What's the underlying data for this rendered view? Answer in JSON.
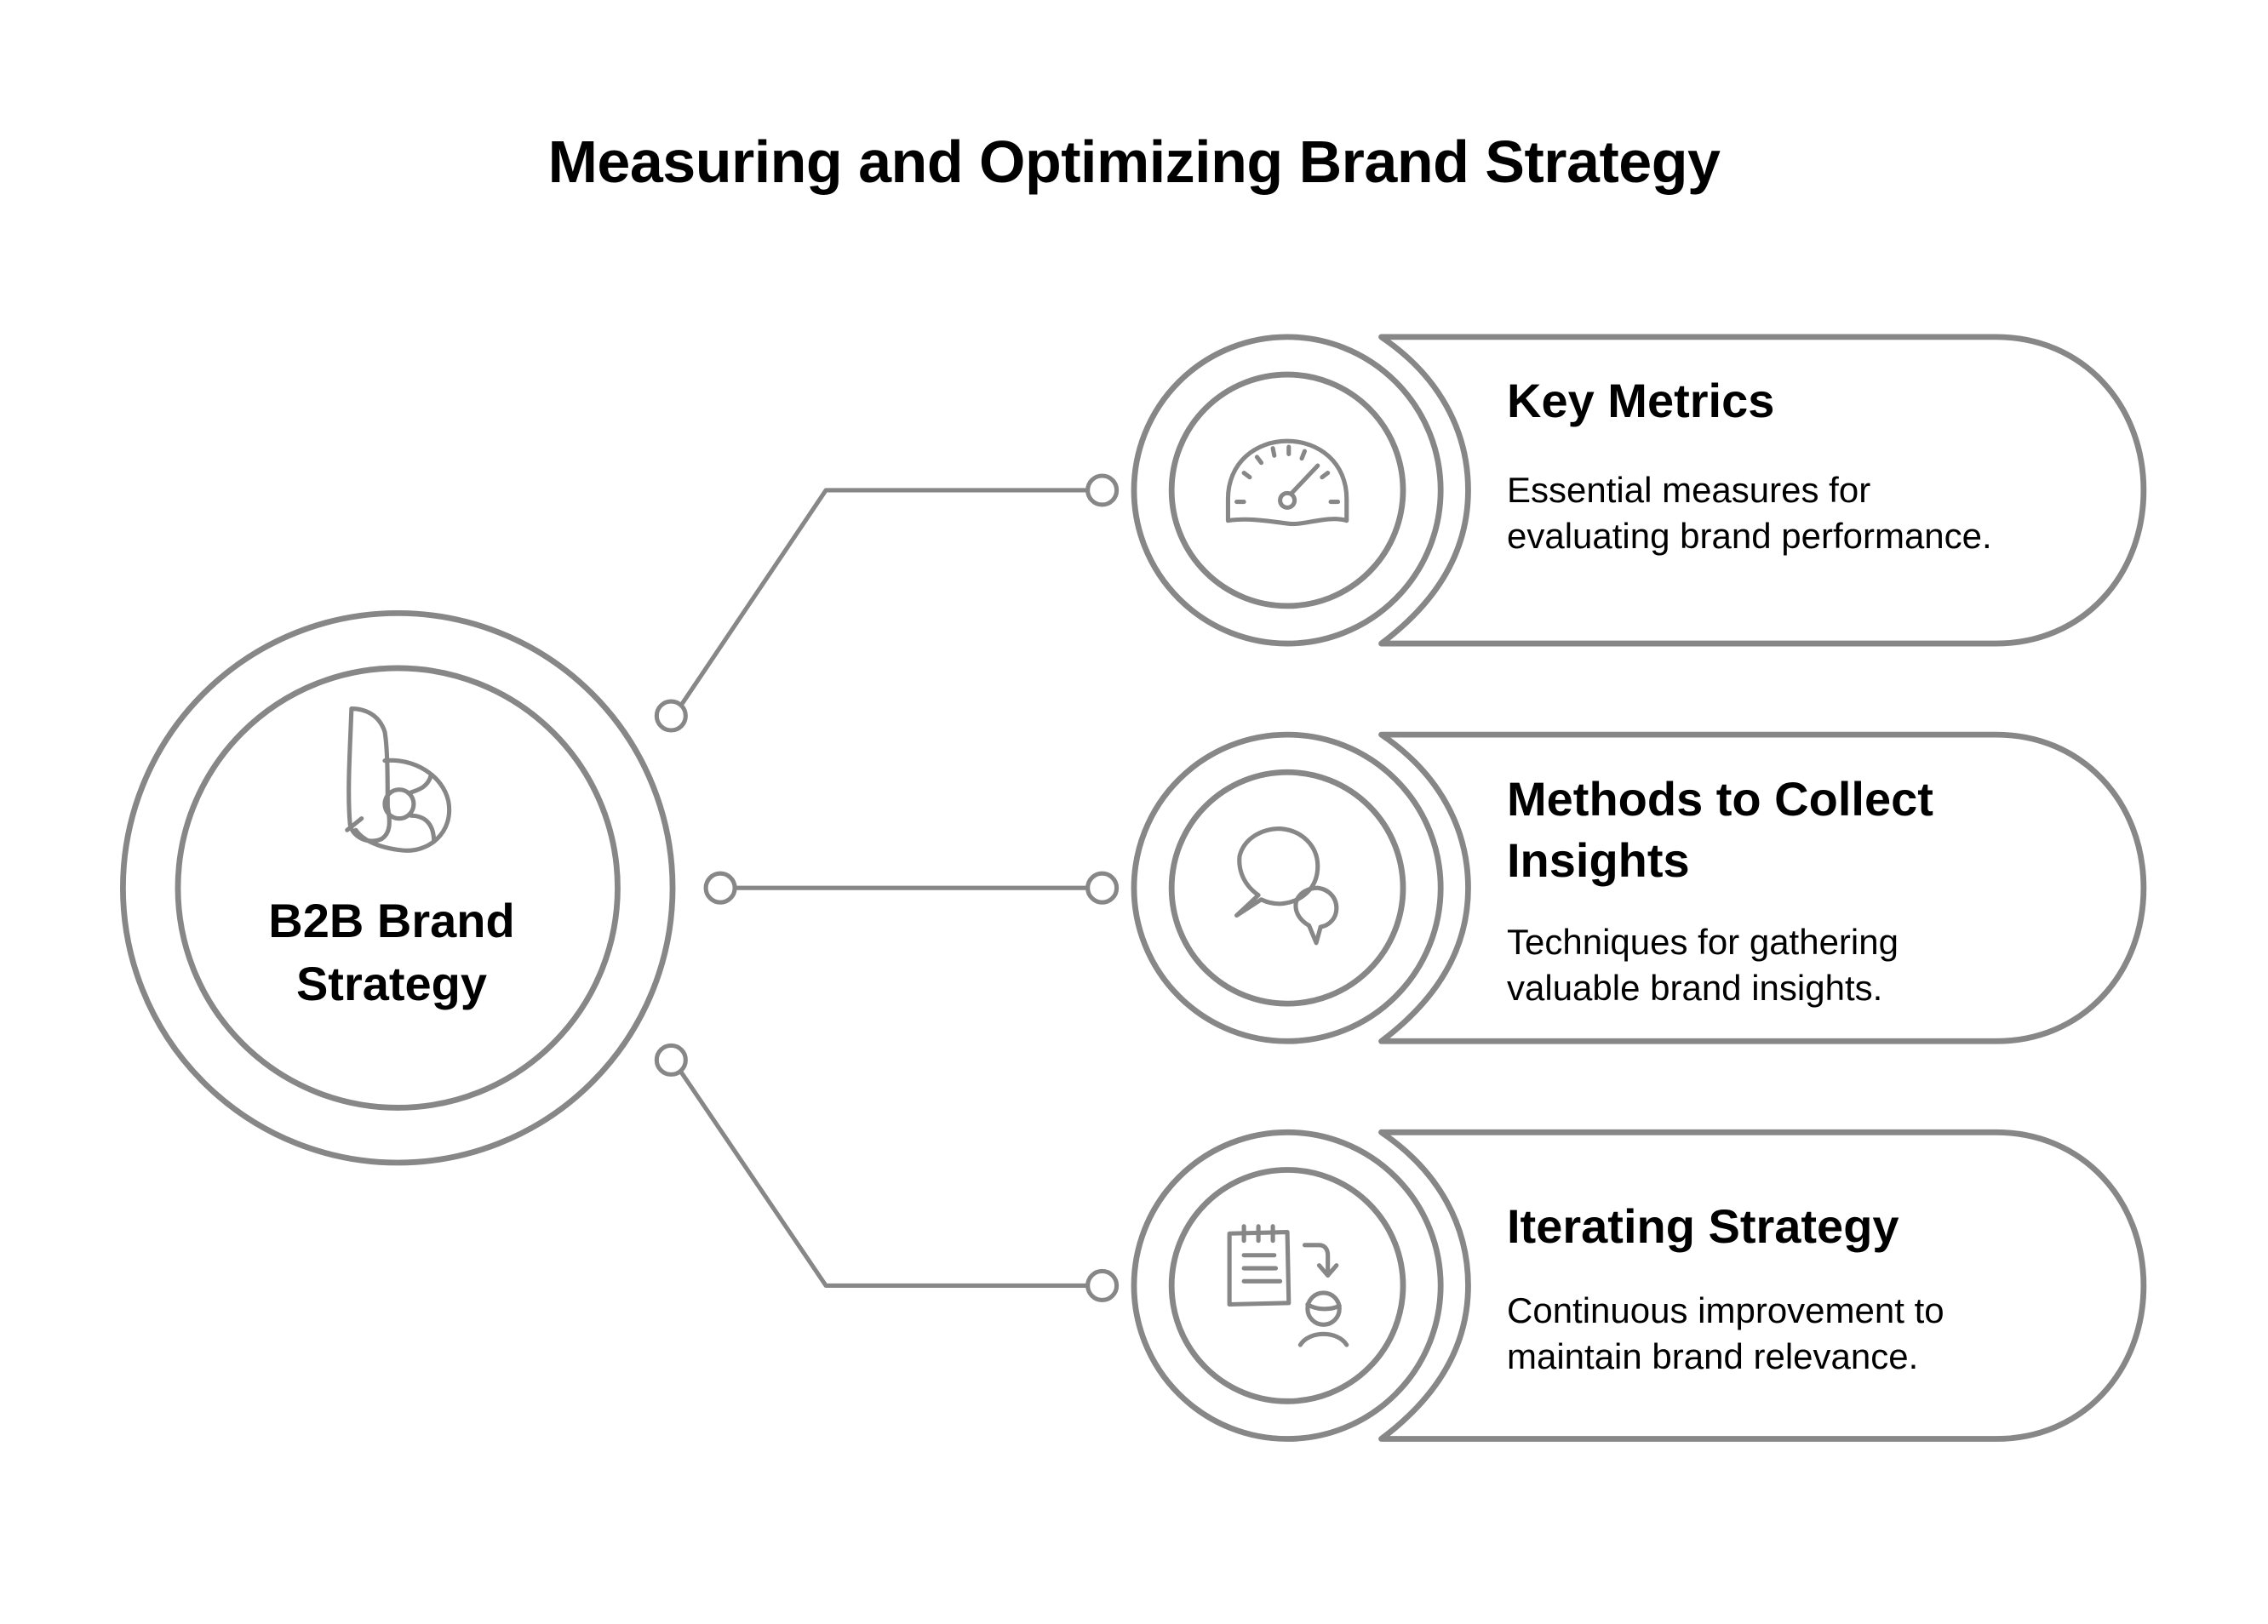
{
  "title": "Measuring and Optimizing Brand Strategy",
  "center": {
    "label": "B2B Brand Strategy",
    "icon": "brand-b-logo-icon"
  },
  "branches": [
    {
      "title": "Key Metrics",
      "description": "Essential measures for evaluating brand performance.",
      "icon": "speedometer-gauge-icon"
    },
    {
      "title": "Methods to Collect Insights",
      "description": "Techniques for gathering valuable brand insights.",
      "icon": "speech-bubbles-icon"
    },
    {
      "title": "Iterating Strategy",
      "description": "Continuous improvement to maintain brand relevance.",
      "icon": "notepad-to-person-icon"
    }
  ],
  "colors": {
    "stroke": "#878787",
    "text": "#000000",
    "background": "#ffffff"
  }
}
